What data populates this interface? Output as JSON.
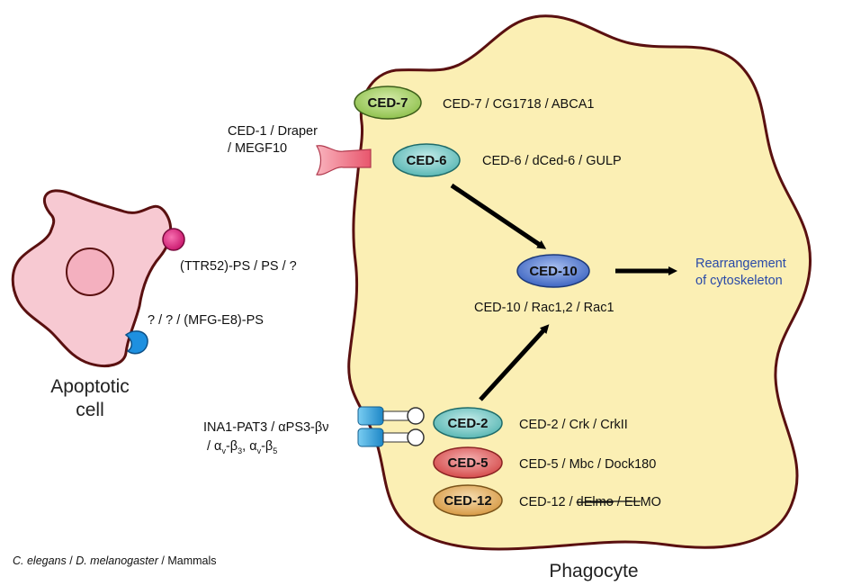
{
  "phagocyte_label": "Phagocyte",
  "apoptotic_cell_label": {
    "line1": "Apoptotic",
    "line2": "cell"
  },
  "nodes": {
    "ced7": {
      "label": "CED-7",
      "orthologs": "CED-7 / CG1718 / ABCA1",
      "color": "#a9d26a"
    },
    "ced6": {
      "label": "CED-6",
      "orthologs": "CED-6 / dCed-6 / GULP",
      "color": "#7ecac8"
    },
    "ced10": {
      "label": "CED-10",
      "orthologs": "CED-10 / Rac1,2 / Rac1",
      "color": "#5b7fd0"
    },
    "ced2": {
      "label": "CED-2",
      "orthologs": "CED-2 / Crk / CrkII",
      "color": "#7ecac8"
    },
    "ced5": {
      "label": "CED-5",
      "orthologs": "CED-5 / Mbc / Dock180",
      "color": "#e06a6a"
    },
    "ced12": {
      "label": "CED-12",
      "orthologs_prefix": "CED-12 / ",
      "orthologs_struck": "dElmo",
      "orthologs_suffix": " / ELMO",
      "color": "#e3b06b"
    }
  },
  "receptors": {
    "ced1": {
      "line1": "CED-1 / Draper",
      "line2": "/ MEGF10",
      "color": "#ef7b8c"
    },
    "integrin": {
      "line1": "INA1-PAT3 / αPS3-βν",
      "line2_a": "/ α",
      "line2_b": "v",
      "line2_c": "-β",
      "line2_d": "3",
      "line2_e": ", α",
      "line2_f": "v",
      "line2_g": "-β",
      "line2_h": "5",
      "color": "#3aa9e0"
    }
  },
  "ligands": {
    "ttr52": {
      "label": "(TTR52)-PS / PS / ?",
      "color": "#e0187a"
    },
    "mfge8": {
      "label": "? / ? / (MFG-E8)-PS",
      "color": "#1e90e0"
    }
  },
  "output": {
    "line1": "Rearrangement",
    "line2": "of cytoskeleton"
  },
  "legend": {
    "species1": "C. elegans",
    "sep1": " / ",
    "species2": "D. melanogaster",
    "sep2": " / ",
    "species3": "Mammals"
  },
  "colors": {
    "phagocyte_fill": "#fbefb4",
    "phagocyte_stroke": "#5a1010",
    "apoptotic_fill": "#f7c9d2",
    "nucleus_fill": "#f4b0bf"
  }
}
